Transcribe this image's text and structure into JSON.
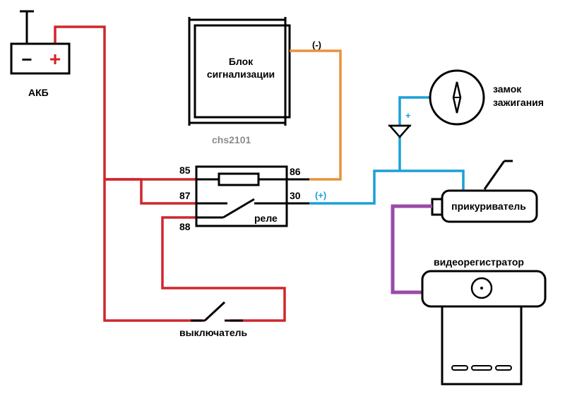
{
  "colors": {
    "red_wire": "#d0262b",
    "orange_wire": "#e8923a",
    "blue_wire": "#1aa0d8",
    "purple_wire": "#9a4aa8",
    "outline": "#000000",
    "watermark": "#8c8c8c"
  },
  "battery": {
    "label": "АКБ",
    "minus": "−",
    "plus": "+"
  },
  "alarm_unit": {
    "label_line1": "Блок",
    "label_line2": "сигнализации",
    "minus_label": "(-)"
  },
  "watermark": "chs2101",
  "relay": {
    "label": "реле",
    "pins": {
      "p85": "85",
      "p86": "86",
      "p87": "87",
      "p88": "88",
      "p30": "30"
    },
    "plus_label": "(+)"
  },
  "ignition": {
    "label_line1": "замок",
    "label_line2": "зажигания",
    "diode_plus": "+"
  },
  "lighter": {
    "label": "прикуриватель"
  },
  "dashcam": {
    "label": "видеорегистратор"
  },
  "switch": {
    "label": "выключатель"
  }
}
